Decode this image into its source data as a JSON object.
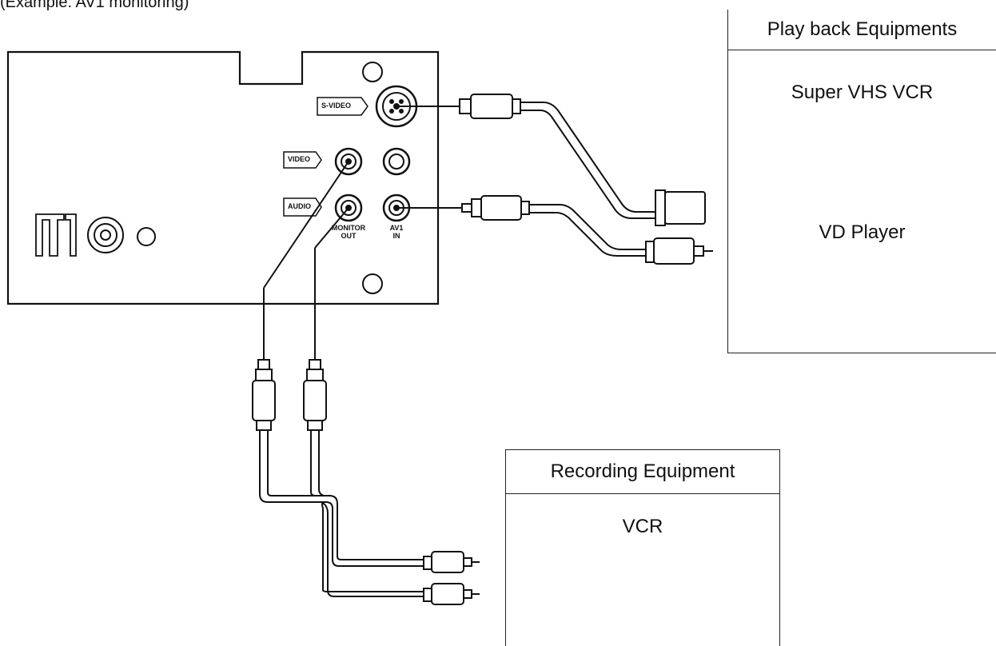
{
  "caption": "(Example: AV1 monitoring)",
  "tv_panel": {
    "tags": {
      "s_video": "S-VIDEO",
      "video": "VIDEO",
      "audio": "AUDIO"
    },
    "jack_labels": {
      "monitor_out_1": "MONITOR",
      "monitor_out_2": "OUT",
      "av1_in_1": "AV1",
      "av1_in_2": "IN"
    }
  },
  "playback": {
    "header": "Play back Equipments",
    "device1": "Super VHS VCR",
    "device2": "VD Player"
  },
  "recording": {
    "header": "Recording Equipment",
    "device1": "VCR"
  }
}
